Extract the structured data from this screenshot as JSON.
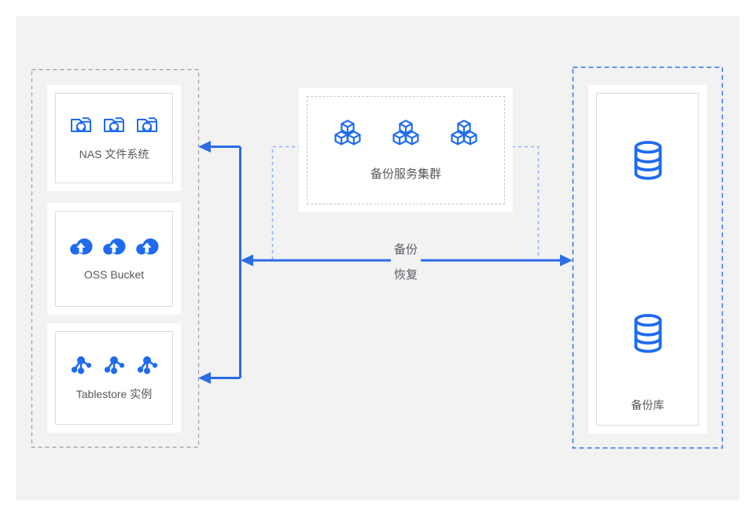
{
  "palette": {
    "icon_blue": "#1f6bef",
    "arrow_blue": "#2c6ce6",
    "cluster_dash_blue": "#8fb0f0",
    "vault_dash_blue": "#2f6fe2",
    "gray_dash": "#9b9b9b",
    "panel_bg": "#f2f2f3",
    "card_border": "#dcdcdc",
    "text_gray": "#55585c"
  },
  "source_group": {
    "items": [
      {
        "label": "NAS 文件系统",
        "icon": "nas-folder-icon",
        "icon_count": 3
      },
      {
        "label": "OSS Bucket",
        "icon": "oss-cloud-icon",
        "icon_count": 3
      },
      {
        "label": "Tablestore 实例",
        "icon": "tablestore-node-icon",
        "icon_count": 3
      }
    ]
  },
  "cluster": {
    "label": "备份服务集群",
    "icon": "cube-cluster-icon",
    "icon_count": 3
  },
  "vault": {
    "label": "备份库",
    "icon": "database-icon",
    "icon_count": 2
  },
  "flows": {
    "backup_label": "备份",
    "restore_label": "恢复"
  }
}
